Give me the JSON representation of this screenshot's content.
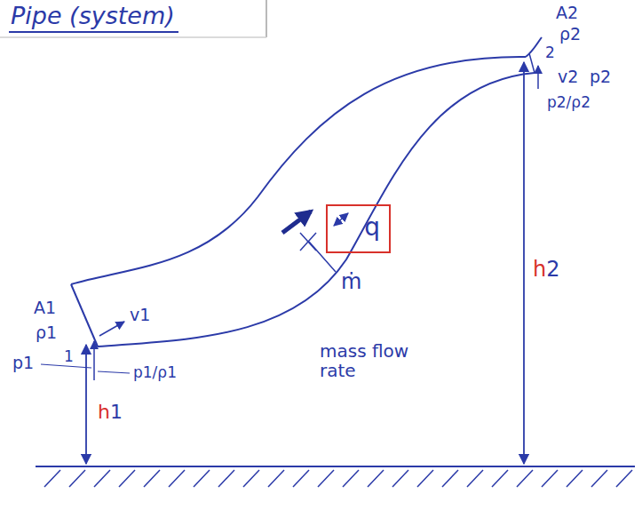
{
  "diagram": {
    "title": "Pipe (system)",
    "nodes": [
      {
        "text": [
          "q"
        ]
      }
    ],
    "labels": [
      "A1",
      "ρ1",
      "1",
      "v1",
      "p1",
      "p1/ρ1",
      "h1",
      "ṁ",
      "mass flow rate",
      "A2",
      "ρ2",
      "2",
      "v2",
      "p2",
      "p2/ρ2",
      "h2"
    ]
  }
}
